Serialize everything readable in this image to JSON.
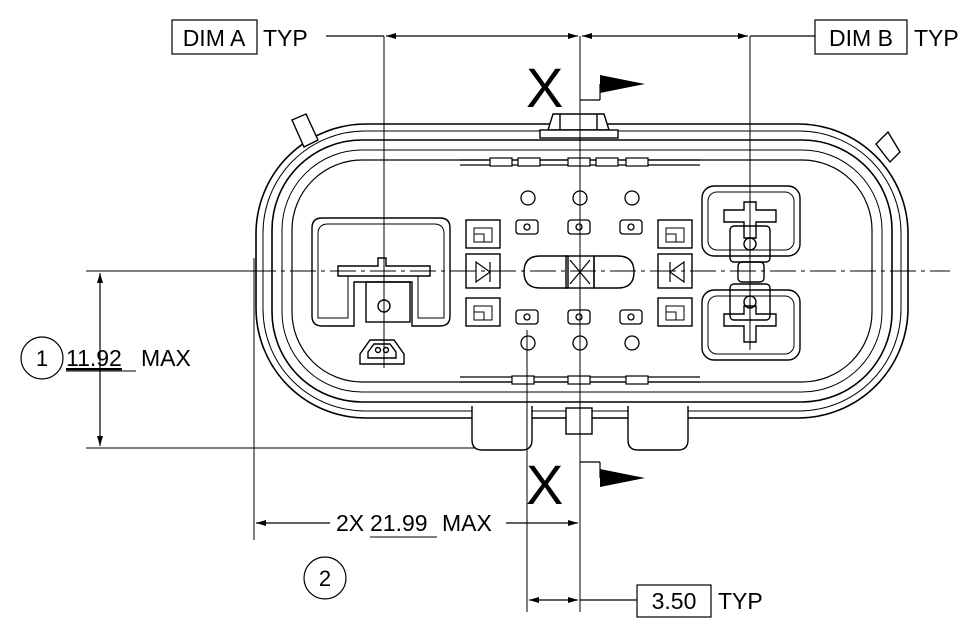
{
  "labels": {
    "dim_a_box": "DIM A",
    "dim_a_suffix": "TYP",
    "dim_b_box": "DIM B",
    "dim_b_suffix": "TYP",
    "section_top": "X",
    "section_bottom": "X",
    "balloon_1": "1",
    "height_value": "11.92",
    "height_suffix": "MAX",
    "width_prefix": "2X",
    "width_value": "21.99",
    "width_suffix": "MAX",
    "balloon_2": "2",
    "pitch_value": "3.50",
    "pitch_suffix": "TYP"
  }
}
